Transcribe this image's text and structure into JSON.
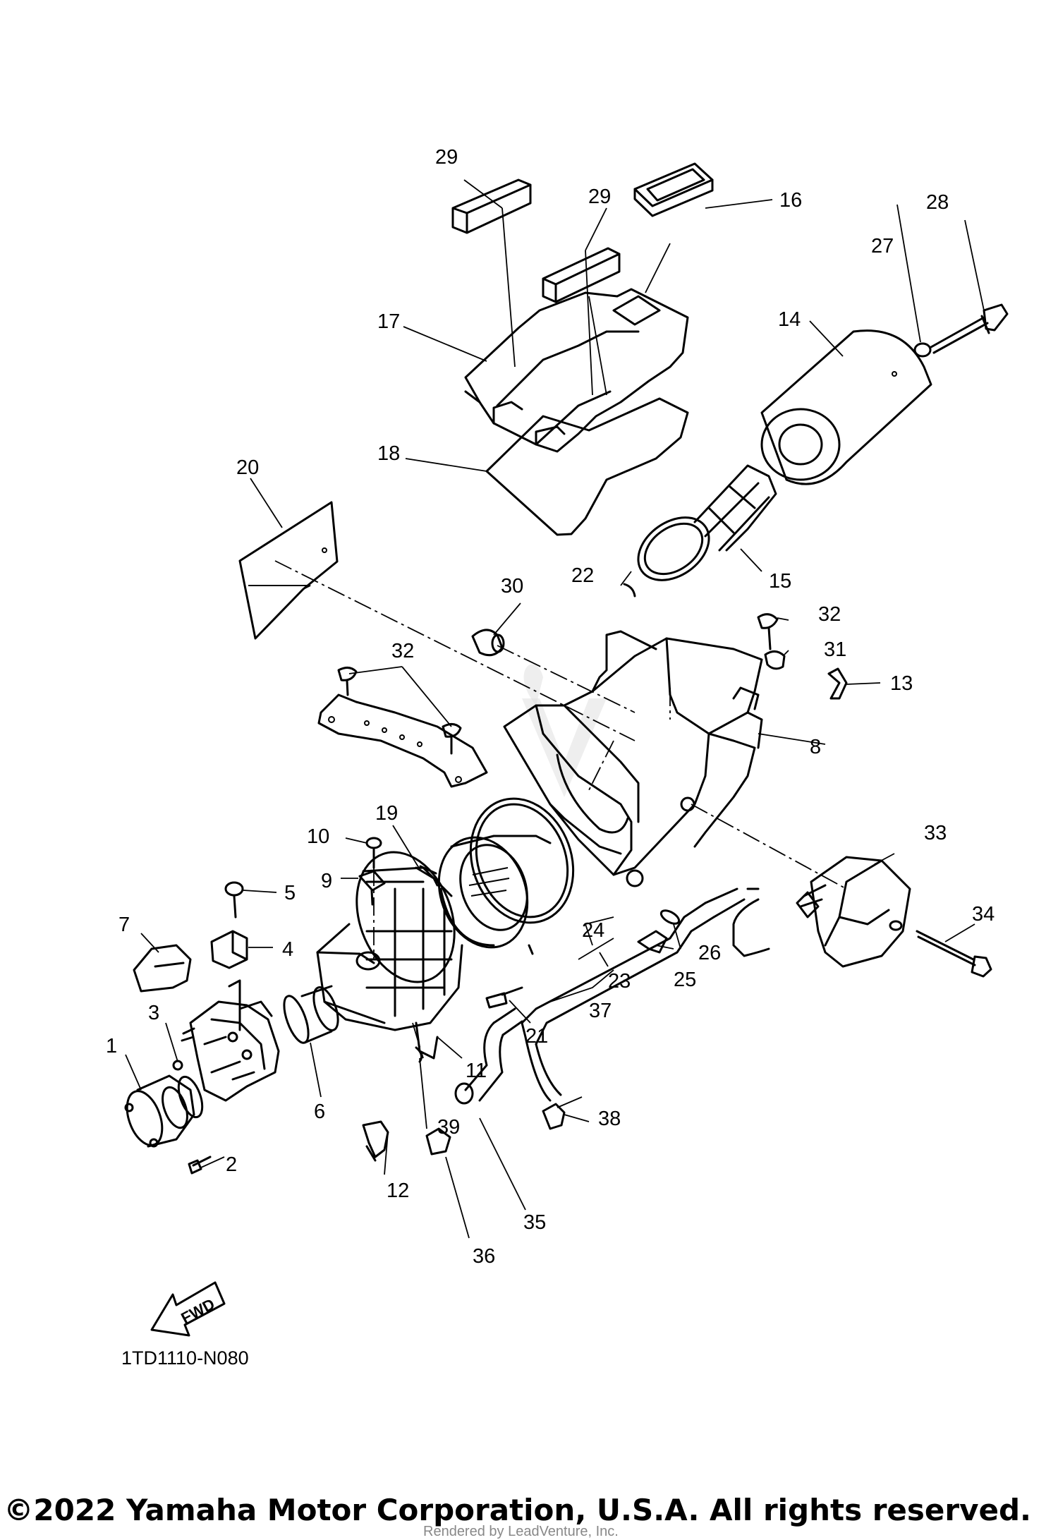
{
  "diagram": {
    "callouts": [
      "1",
      "2",
      "3",
      "4",
      "5",
      "6",
      "7",
      "8",
      "9",
      "10",
      "11",
      "12",
      "13",
      "14",
      "15",
      "16",
      "17",
      "18",
      "19",
      "20",
      "21",
      "22",
      "23",
      "24",
      "25",
      "26",
      "27",
      "28",
      "29",
      "29",
      "30",
      "31",
      "32",
      "32",
      "33",
      "34",
      "35",
      "36",
      "37",
      "38",
      "39"
    ],
    "direction_badge": "FWD",
    "diagram_code": "1TD1110-N080"
  },
  "footer": {
    "copyright": "©2022 Yamaha Motor Corporation, U.S.A. All rights reserved.",
    "rendered_by": "Rendered by LeadVenture, Inc."
  }
}
